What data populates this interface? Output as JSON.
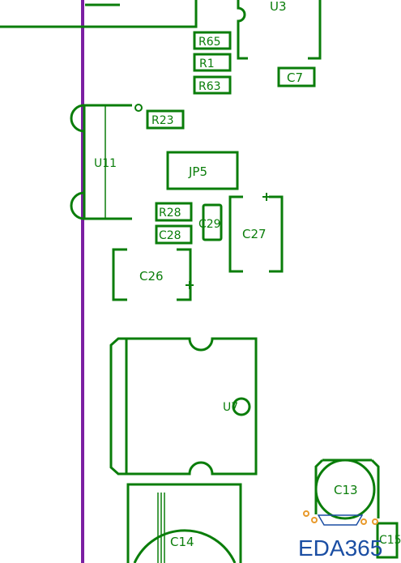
{
  "colors": {
    "silkscreen": "#0a7d0a",
    "trace": "#7b1fa2",
    "background": "#ffffff",
    "watermark": "#1b4ea3",
    "pad": "#e89a2c"
  },
  "components": {
    "u3": "U3",
    "r65": "R65",
    "r1": "R1",
    "r63": "R63",
    "c7": "C7",
    "r23": "R23",
    "u11": "U11",
    "jp5": "JP5",
    "r28": "R28",
    "c28": "C28",
    "c29": "C29",
    "c27": "C27",
    "c26": "C26",
    "u7": "U7",
    "c13": "C13",
    "c14": "C14",
    "c15": "C15"
  },
  "watermark": {
    "text": "EDA365"
  }
}
